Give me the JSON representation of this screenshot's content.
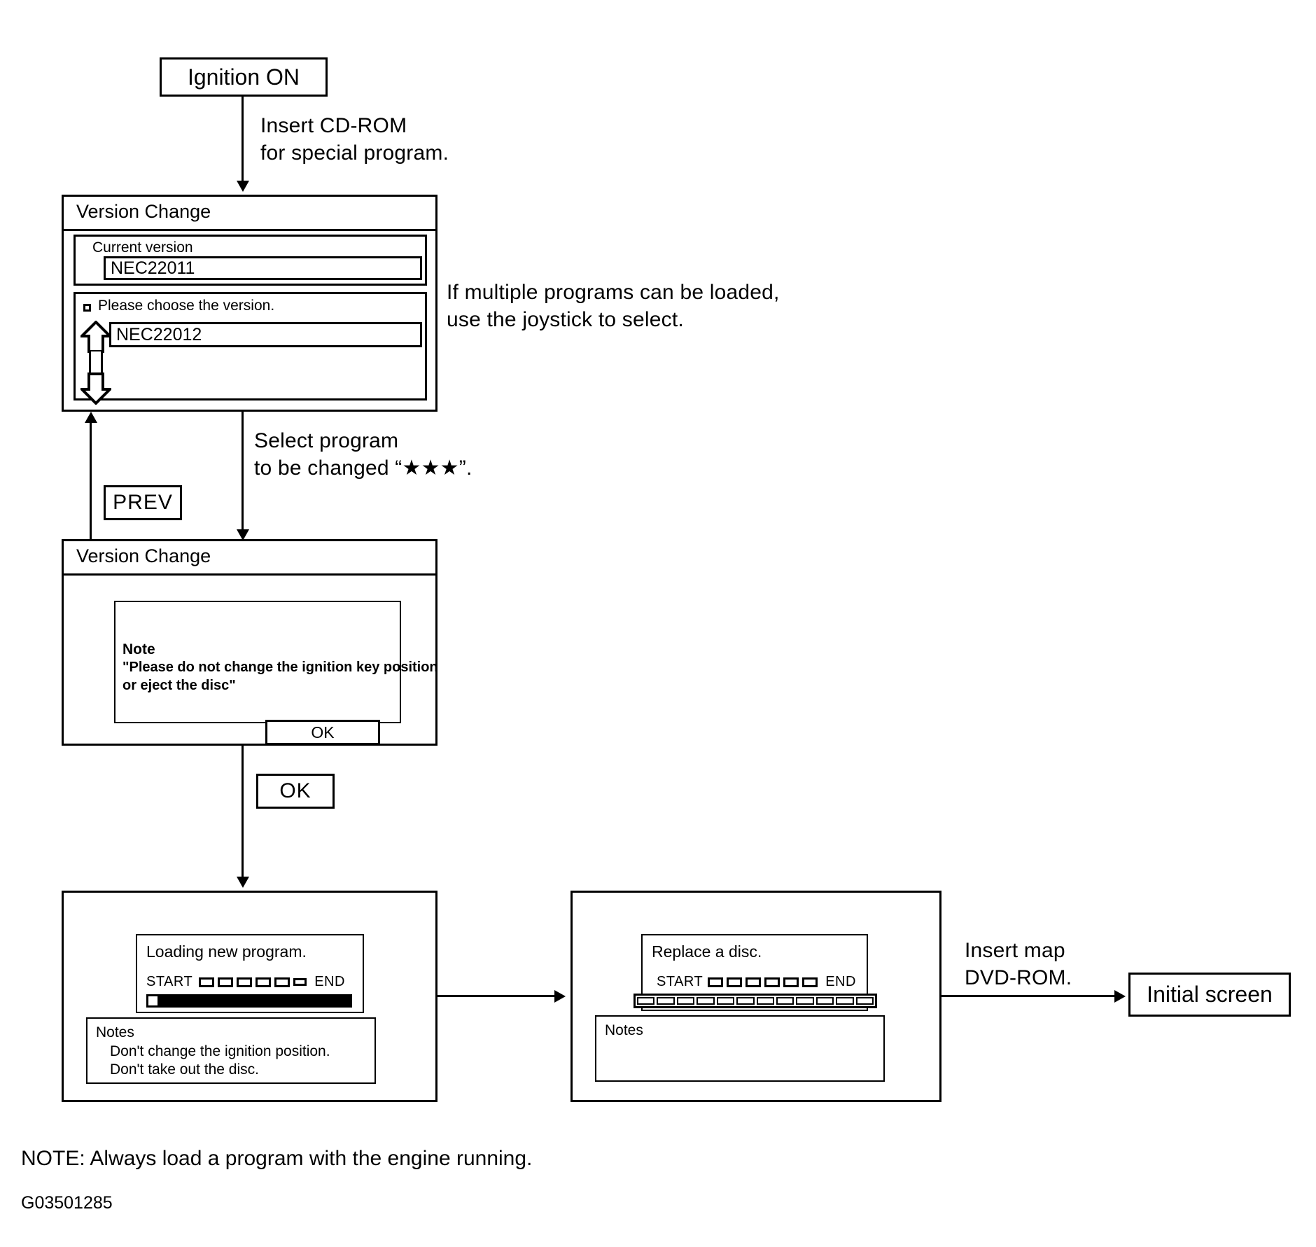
{
  "diagram": {
    "figure_code": "G03501285",
    "footer_note": "NOTE: Always load a program with the engine running."
  },
  "start_node": {
    "label": "Ignition ON"
  },
  "edges": {
    "insert_cdrom": "Insert CD-ROM\nfor special program.",
    "joystick_hint": "If multiple programs can be loaded,\nuse the joystick to select.",
    "select_program": "Select program\nto be changed “★★★”.",
    "prev_label": "PREV",
    "ok_label": "OK",
    "insert_map_dvd": "Insert map\nDVD-ROM."
  },
  "screen_version_select": {
    "title": "Version Change",
    "current_version_label": "Current version",
    "current_version_value": "NEC22011",
    "choose_prompt": "Please choose the version.",
    "selected_version_value": "NEC22012",
    "scroll_up_icon": "arrow-up-icon",
    "scroll_down_icon": "arrow-down-icon"
  },
  "screen_version_note": {
    "title": "Version Change",
    "note_heading": "Note",
    "note_text": "\"Please do not change the ignition key position\nor eject the disc\"",
    "ok_button": "OK"
  },
  "screen_loading": {
    "message": "Loading new program.",
    "progress_start": "START",
    "progress_end": "END",
    "progress_segments": 6,
    "progress_percent": 5,
    "notes_heading": "Notes",
    "notes_lines": [
      "Don't change the ignition position.",
      "Don't take out the disc."
    ]
  },
  "screen_replace_disc": {
    "message": "Replace a disc.",
    "progress_start": "START",
    "progress_end": "END",
    "progress_segments": 6,
    "progress_ticks": 12,
    "notes_heading": "Notes",
    "notes_lines": []
  },
  "end_node": {
    "label": "Initial screen"
  }
}
